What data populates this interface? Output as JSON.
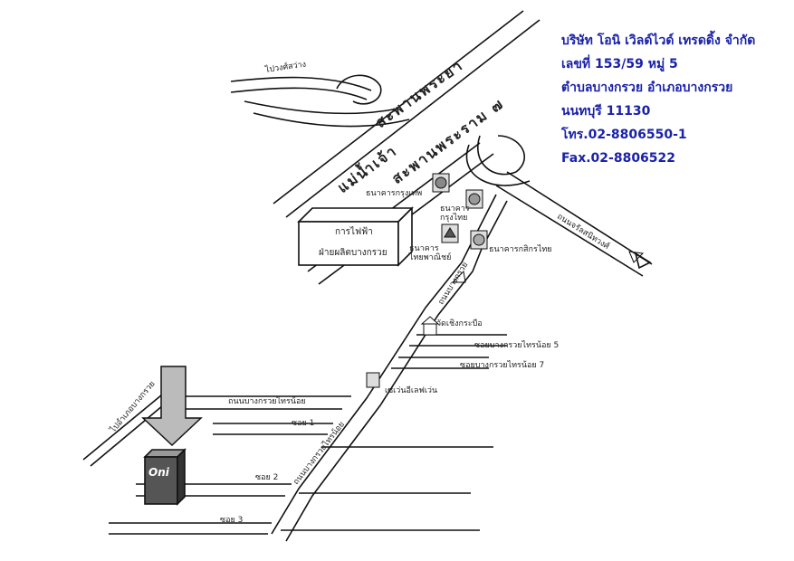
{
  "company": {
    "name": "บริษัท โอนิ เวิลด์ไวด์ เทรดดิ้ง จำกัด",
    "address1": "เลขที่ 153/59 หมู่ 5",
    "address2": "ตำบลบางกรวย อำเภอบางกรวย",
    "address3": "นนทบุรี    11130",
    "phone": "โทร.02-8806550-1",
    "fax": "Fax.02-8806522"
  },
  "labels": {
    "to_plong": "ไปวงศ์สว่าง",
    "bridge": "สะพานพระราม ๗",
    "bridge_top": "สะพานพระยา",
    "river": "แม่น้ำเจ้า",
    "bangkok_bank": "ธนาคารกรุงเทพ",
    "krungthai_bank": "ธนาคาร\nกรุงไทย",
    "scb_bank": "ธนาคาร\nไทยพาณิชย์",
    "kasikorn_bank": "ธนาคารกสิกรไทย",
    "egat_line1": "การไฟฟ้า",
    "egat_line2": "ฝ่ายผลิตบางกรวย",
    "charan_road": "ถนนจรัลสนิทวงศ์",
    "bangkruai_road": "ถนนบางกรวย",
    "wat": "วัดเชิงกระบือ",
    "soi5": "ซอยบางกรวยไทรน้อย 5",
    "soi7": "ซอยบางกรวยไทรน้อย 7",
    "seven": "เซเว่นอีเลฟเว่น",
    "sainoi_road": "ถนนบางกรวยไทรน้อย",
    "to_bangkruai": "ไปอำเภอบางกรวย",
    "soi1": "ซอย 1",
    "soi2": "ซอย 2",
    "soi3": "ซอย 3",
    "oni": "Oni",
    "road_vertical": "ถนนบางกรวยไทรน้อย"
  },
  "colors": {
    "company_text": "#1a22a8"
  }
}
